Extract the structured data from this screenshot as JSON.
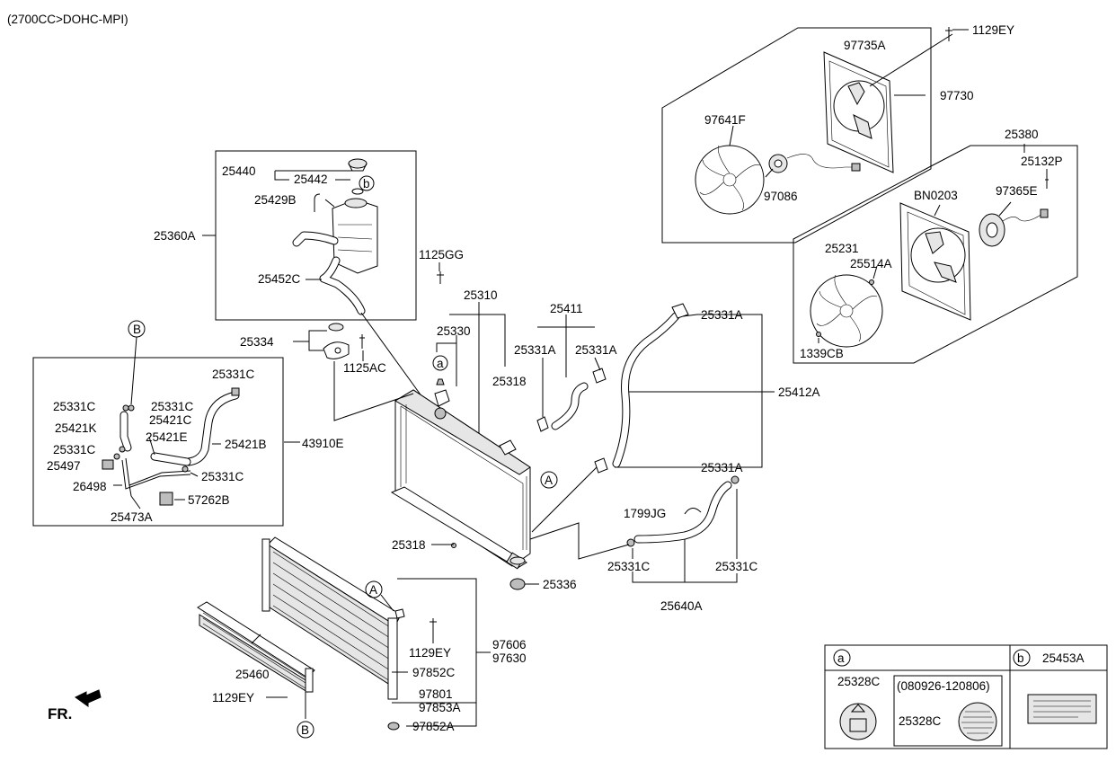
{
  "header": {
    "engine": "(2700CC>DOHC-MPI)"
  },
  "labels": {
    "p1129EY_top": "1129EY",
    "p97735A": "97735A",
    "p97730": "97730",
    "p97641F": "97641F",
    "p97086": "97086",
    "p25380": "25380",
    "p25132P": "25132P",
    "pBN0203": "BN0203",
    "p97365E": "97365E",
    "p25231": "25231",
    "p25514A": "25514A",
    "p1339CB": "1339CB",
    "p25440": "25440",
    "p25442": "25442",
    "p25429B": "25429B",
    "p25360A": "25360A",
    "p1125GG": "1125GG",
    "p25452C": "25452C",
    "p25310": "25310",
    "p25330": "25330",
    "p25411": "25411",
    "p25331A_top": "25331A",
    "p25331A_l": "25331A",
    "p25331A_r": "25331A",
    "p25331A_mid": "25331A",
    "p25334": "25334",
    "p1125AC": "1125AC",
    "p25318_a": "25318",
    "p25412A": "25412A",
    "p25331C_1": "25331C",
    "p25331C_2": "25331C",
    "p25331C_3": "25331C",
    "p25421K": "25421K",
    "p25421C": "25421C",
    "p25421E": "25421E",
    "p25421B": "25421B",
    "p43910E": "43910E",
    "p25331C_4": "25331C",
    "p25497": "25497",
    "p25331C_5": "25331C",
    "p26498": "26498",
    "p57262B": "57262B",
    "p25473A": "25473A",
    "p1799JG": "1799JG",
    "p25318_b": "25318",
    "p25331C_6": "25331C",
    "p25331C_7": "25331C",
    "p25336": "25336",
    "p25640A": "25640A",
    "p1129EY_mid": "1129EY",
    "p97606": "97606",
    "p97630": "97630",
    "p25460": "25460",
    "p97852C": "97852C",
    "p1129EY_bot": "1129EY",
    "p97801": "97801",
    "p97853A": "97853A",
    "p97852A": "97852A"
  },
  "callouts": {
    "a": "a",
    "b": "b",
    "A": "A",
    "B": "B"
  },
  "front_marker": "FR.",
  "legend": {
    "a_key": "a",
    "b_key": "b",
    "b_part": "25453A",
    "a_part_1": "25328C",
    "a_part_2": "25328C",
    "date_range": "(080926-120806)"
  }
}
